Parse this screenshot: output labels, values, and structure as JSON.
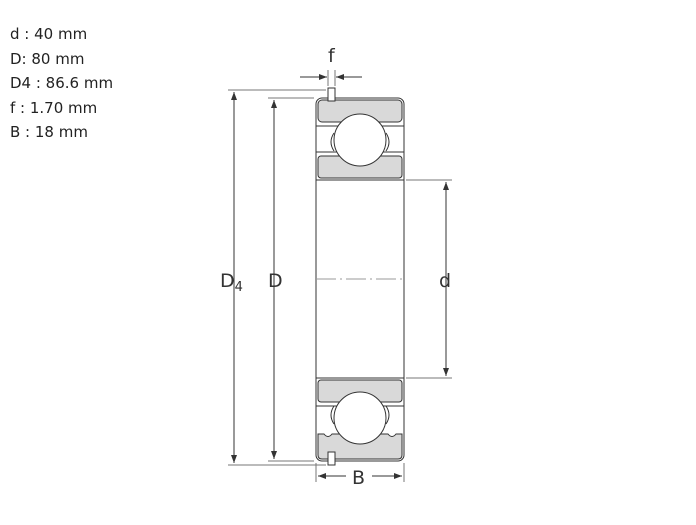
{
  "specs": [
    {
      "text": "d : 40 mm"
    },
    {
      "text": "D: 80 mm"
    },
    {
      "text": "D4 : 86.6 mm"
    },
    {
      "text": "f : 1.70 mm"
    },
    {
      "text": "B : 18 mm"
    }
  ],
  "labels": {
    "f": "f",
    "d": "d",
    "D": "D",
    "D4_main": "D",
    "D4_sub": "4",
    "B": "B"
  },
  "colors": {
    "line": "#333333",
    "shade": "#d9d9d9"
  }
}
